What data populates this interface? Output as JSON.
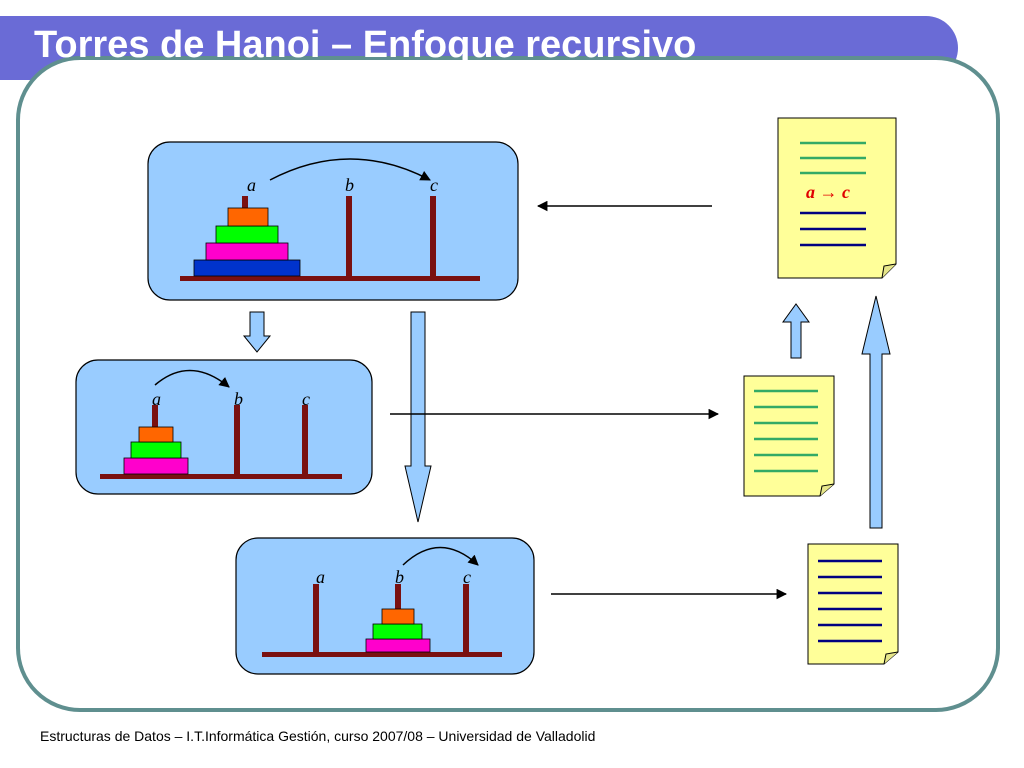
{
  "slide": {
    "title": "Torres de Hanoi – Enfoque recursivo",
    "footer": "Estructuras de Datos – I.T.Informática Gestión, curso 2007/08 – Universidad de Valladolid"
  },
  "pegs": {
    "a": "a",
    "b": "b",
    "c": "c"
  },
  "move_rule": "a → c",
  "colors": {
    "title_bar": "#6a6bd6",
    "frame": "#5f8f8f",
    "panel_fill": "#99ccff",
    "base": "#7a1010",
    "disk_orange": "#ff6600",
    "disk_green": "#00ff00",
    "disk_magenta": "#ff00cc",
    "disk_blue": "#0033cc",
    "note_fill": "#ffff99",
    "line_green": "#33aa66",
    "line_navy": "#000080",
    "rule_red": "#e00000"
  }
}
